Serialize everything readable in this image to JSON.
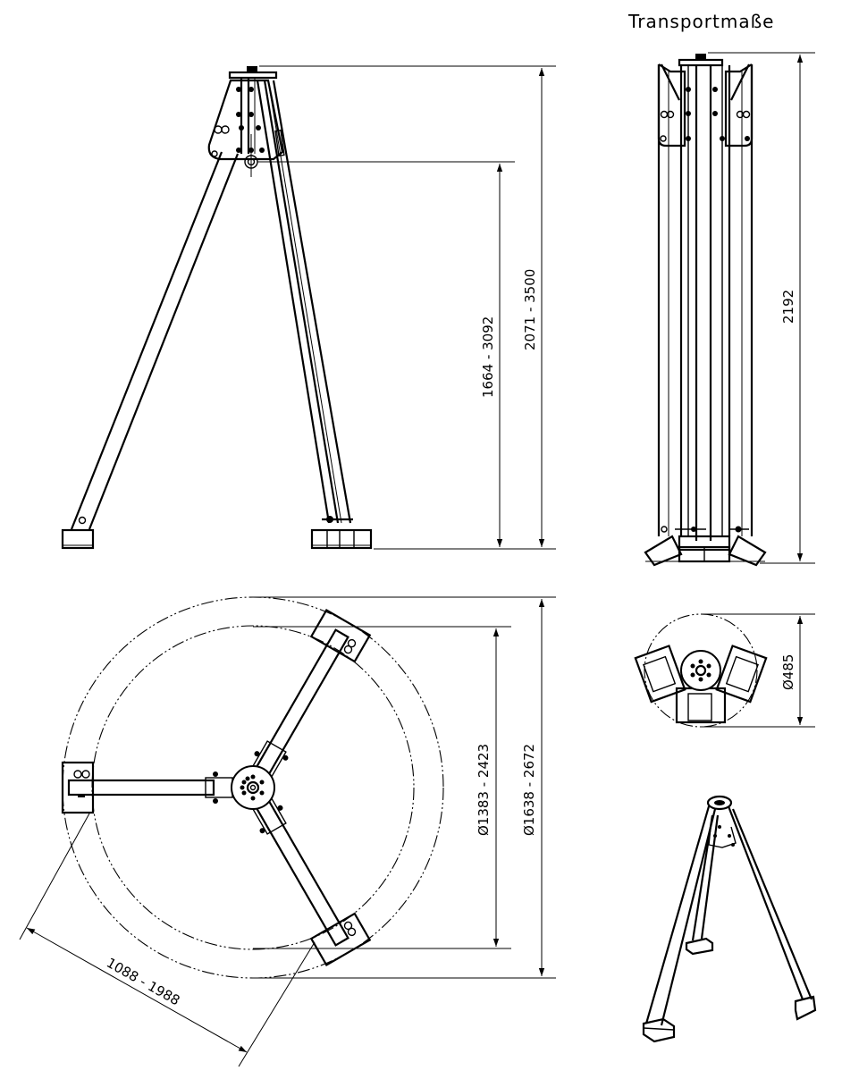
{
  "title": "Transportmaße",
  "colors": {
    "line": "#000000",
    "background": "#ffffff"
  },
  "views": {
    "side_view": {
      "label": "side-elevation",
      "dimensions": {
        "pivot_height": "1664 - 3092",
        "total_height": "2071 - 3500"
      }
    },
    "transport_view": {
      "label": "transport-elevation",
      "dimensions": {
        "height": "2192"
      }
    },
    "top_view": {
      "label": "plan-view",
      "dimensions": {
        "inner_circle": "Ø1383 - 2423",
        "outer_circle": "Ø1638 - 2672",
        "leg_span": "1088 - 1988"
      }
    },
    "transport_top_view": {
      "label": "transport-plan-view",
      "dimensions": {
        "diameter": "Ø485"
      }
    },
    "isometric_view": {
      "label": "isometric"
    }
  }
}
